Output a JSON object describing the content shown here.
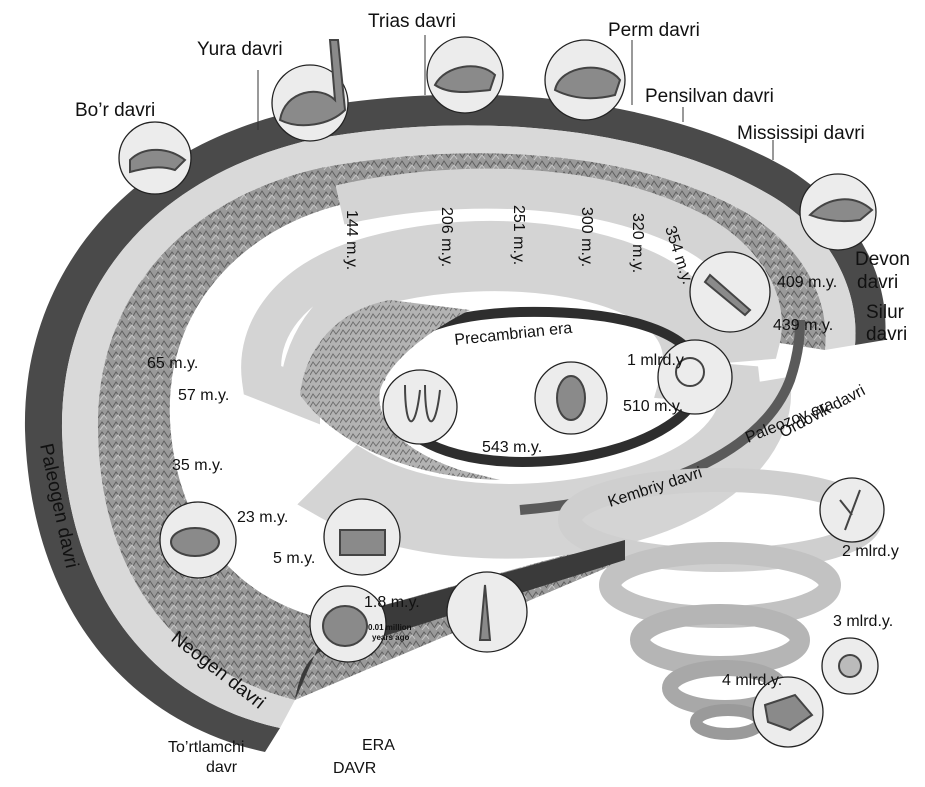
{
  "periods": {
    "bor": "Bo’r davri",
    "yura": "Yura davri",
    "trias": "Trias davri",
    "perm": "Perm davri",
    "pensilvan": "Pensilvan davri",
    "mississipi": "Mississipi davri",
    "devon_1": "Devon",
    "devon_2": "davri",
    "silur_1": "Silur",
    "silur_2": "davri",
    "ordovik": "Ordovik davri",
    "kembriy": "Kembriy davri",
    "paleogen": "Paleogen davri",
    "neogen": "Neogen davri",
    "tortlamchi_1": "To’rtlamchi",
    "tortlamchi_2": "davr"
  },
  "eras": {
    "precambrian": "Precambrian era",
    "paleozoy": "Paleozoy era"
  },
  "legend": {
    "era": "ERA",
    "davr": "DAVR"
  },
  "ring_ages": [
    "144 m.y.",
    "206 m.y.",
    "251 m.y.",
    "300 m.y.",
    "320 m.y.",
    "354 m.y."
  ],
  "ages": {
    "a409": "409 m.y.",
    "a439": "439 m.y.",
    "a1mlrd": "1 mlrd.y",
    "a510": "510 m.y.",
    "a543": "543 m.y.",
    "a65": "65 m.y.",
    "a57": "57 m.y.",
    "a35": "35 m.y.",
    "a23": "23 m.y.",
    "a5": "5 m.y.",
    "a18": "1.8 m.y.",
    "a001_1": "0.01 million",
    "a001_2": "years ago",
    "a2mlrd": "2 mlrd.y",
    "a3mlrd": "3 mlrd.y.",
    "a4mlrd": "4 mlrd.y."
  },
  "colors": {
    "landscape": "#8a8a8a",
    "band": "#d6d6d6",
    "dark_band": "#3a3a3a"
  }
}
